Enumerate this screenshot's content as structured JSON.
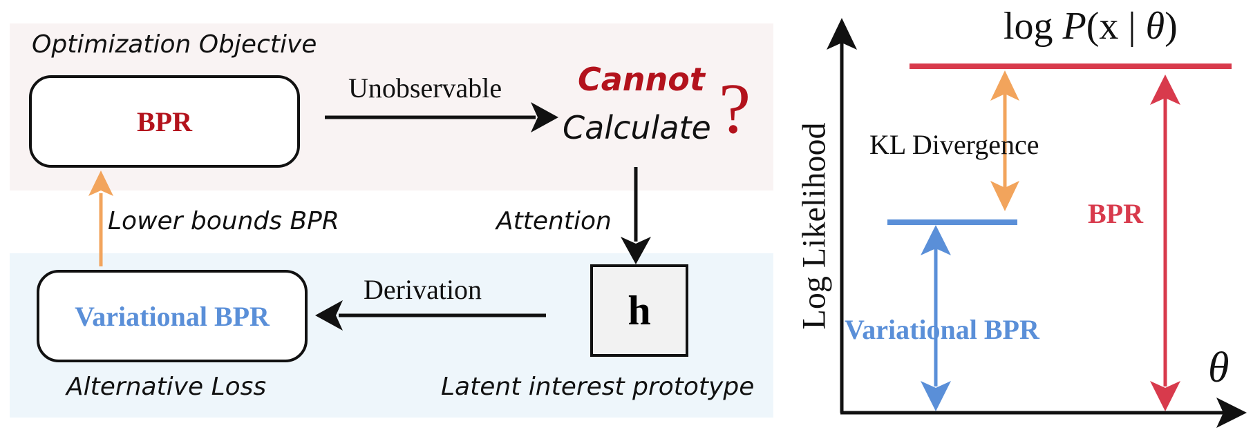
{
  "left": {
    "objective_label": "Optimization Objective",
    "bpr_box": "BPR",
    "unobservable": "Unobservable",
    "cannot": "Cannot",
    "calculate": "Calculate",
    "question": "?",
    "attention": "Attention",
    "lower_bounds": "Lower bounds BPR",
    "variational_box": "Variational BPR",
    "derivation": "Derivation",
    "h_box": "h",
    "alternative_loss": "Alternative Loss",
    "latent": "Latent interest prototype"
  },
  "right": {
    "title_log": "log",
    "title_p": "P",
    "title_rest": "(x | ",
    "title_theta": "θ",
    "title_close": ")",
    "ylabel": "Log Likelihood",
    "xlabel": "θ",
    "kl": "KL Divergence",
    "bpr": "BPR",
    "variational": "Variational BPR"
  },
  "colors": {
    "bpr_red": "#b3121c",
    "chart_red": "#d83a4c",
    "blue": "#5a8fd8",
    "orange": "#f2a45c",
    "top_panel": "#f9f3f3",
    "bottom_panel": "#eef6fb"
  }
}
